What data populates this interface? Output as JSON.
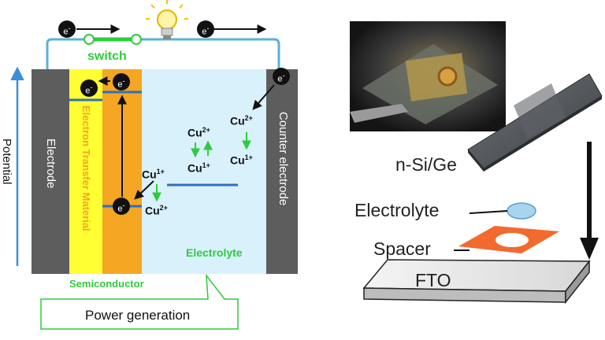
{
  "cell": {
    "switch_label": "switch",
    "potential_label": "Potential",
    "electrode_label": "Electrode",
    "etm_label": "Electron Transfer Material",
    "counter_electrode_label": "Counter electrode",
    "electrolyte_label": "Electrolyte",
    "semiconductor_label": "Semiconductor",
    "power_generation_label": "Power generation",
    "electron_symbol": "e",
    "electron_sign": "-"
  },
  "redox": {
    "cu1": "Cu",
    "cu1_charge": "1+",
    "cu2": "Cu",
    "cu2_charge": "2+"
  },
  "assembly": {
    "nsige_label": "n-Si/Ge",
    "electrolyte_label": "Electrolyte",
    "spacer_label": "Spacer",
    "fto_label": "FTO"
  },
  "colors": {
    "electrode": "#5d5d5d",
    "etm": "#ffff33",
    "semiconductor": "#f5a623",
    "electrolyte": "#d9f1fb",
    "wire": "#5ab1d8",
    "green": "#2ecc3d",
    "spacer": "#f26a2e",
    "potential_arrow": "#3a8fd8"
  }
}
